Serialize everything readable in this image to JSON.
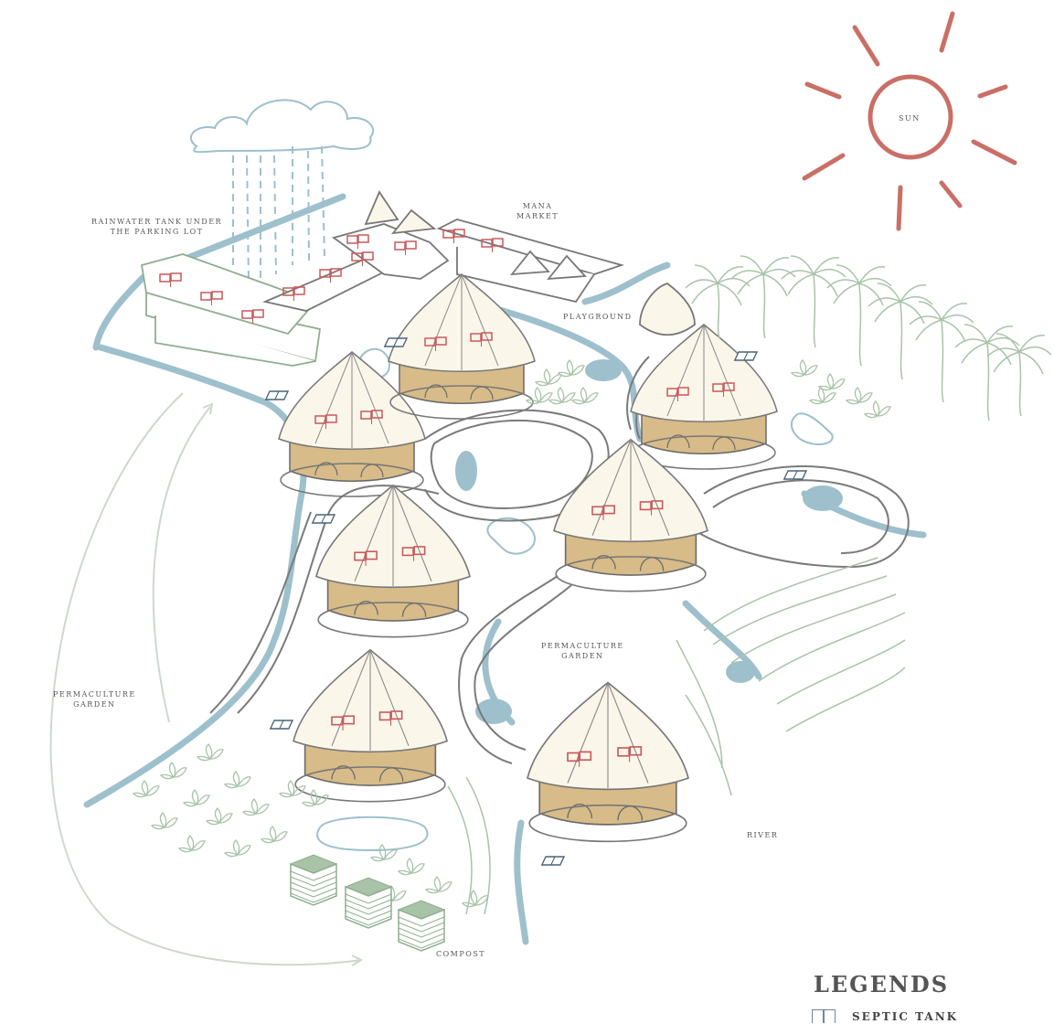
{
  "labels": {
    "rainwater_line1": "RAINWATER TANK UNDER",
    "rainwater_line2": "THE PARKING LOT",
    "market_line1": "MANA",
    "market_line2": "MARKET",
    "playground": "PLAYGROUND",
    "sun": "SUN",
    "garden_left_line1": "PERMACULTURE",
    "garden_left_line2": "GARDEN",
    "garden_center_line1": "PERMACULTURE",
    "garden_center_line2": "GARDEN",
    "river": "RIVER",
    "compost": "COMPOST"
  },
  "legend": {
    "title": "LEGENDS",
    "items": [
      {
        "icon": "septic-tank-icon",
        "label": "SEPTIC TANK"
      }
    ]
  },
  "colors": {
    "water": "#9dc0cc",
    "sun": "#c96f66",
    "solar": "#c9585a",
    "thatch": "#fbf6ea",
    "hut_wall": "#d7bb88",
    "path": "#777777",
    "garden": "#a9c3a9"
  }
}
